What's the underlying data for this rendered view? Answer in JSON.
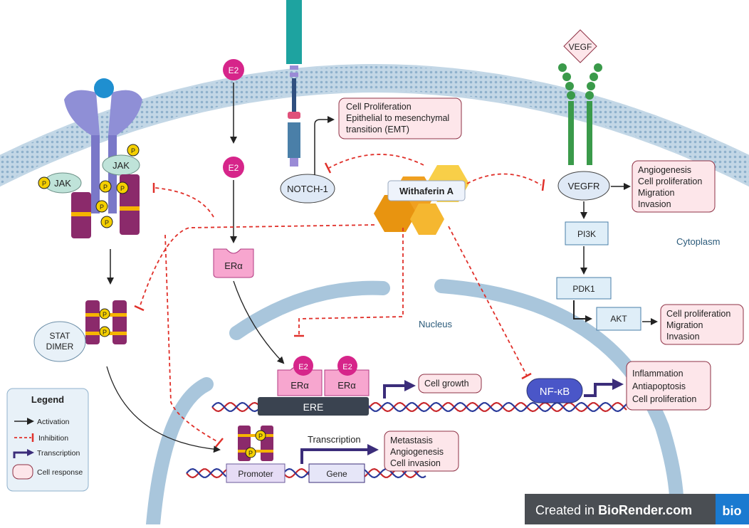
{
  "molecules": {
    "e2_top": "E2",
    "e2_mid": "E2",
    "er_alpha": "ERα",
    "er_alpha_nuc": [
      "ERα",
      "ERα"
    ],
    "e2_nuc": [
      "E2",
      "E2"
    ],
    "notch": "NOTCH-1",
    "vegf": "VEGF",
    "vegfr": "VEGFR",
    "pi3k": "PI3K",
    "pdk1": "PDK1",
    "akt": "AKT",
    "jak_left": "JAK",
    "jak_right": "JAK",
    "phospho": "P",
    "stat_dimer": [
      "STAT",
      "DIMER"
    ],
    "nfkb": "NF-κB",
    "withaferin": "Withaferin A",
    "ere": "ERE",
    "promoter": "Promoter",
    "gene": "Gene"
  },
  "responses": {
    "notch": [
      "Cell Proliferation",
      "Epithelial to mesenchymal",
      "transition (EMT)"
    ],
    "vegfr": [
      "Angiogenesis",
      "Cell proliferation",
      "Migration",
      "Invasion"
    ],
    "akt": [
      "Cell proliferation",
      "Migration",
      "Invasion"
    ],
    "er": [
      "Cell growth"
    ],
    "nfkb": [
      "Inflammation",
      "Antiapoptosis",
      "Cell proliferation"
    ],
    "stat": [
      "Metastasis",
      "Angiogenesis",
      "Cell invasion"
    ]
  },
  "labels": {
    "cytoplasm": "Cytoplasm",
    "nucleus": "Nucleus",
    "transcription": "Transcription"
  },
  "legend": {
    "title": "Legend",
    "items": [
      "Activation",
      "Inhibition",
      "Transcription",
      "Cell response"
    ]
  },
  "watermark": {
    "text_prefix": "Created in ",
    "text_brand": "BioRender.com",
    "logo": "bio"
  },
  "colors": {
    "membrane": "#a9c6dc",
    "receptor_teal": "#1e8f8f",
    "vegfr_green": "#3a9a4a",
    "magenta": "#d6258a",
    "stat_purple": "#8b2a6b",
    "inhibition_red": "#e0302a",
    "transcription_navy": "#3b2d7a",
    "response_fill": "#fde6ea",
    "response_border": "#8e3145",
    "withaferin_orange": "#f0a020"
  }
}
